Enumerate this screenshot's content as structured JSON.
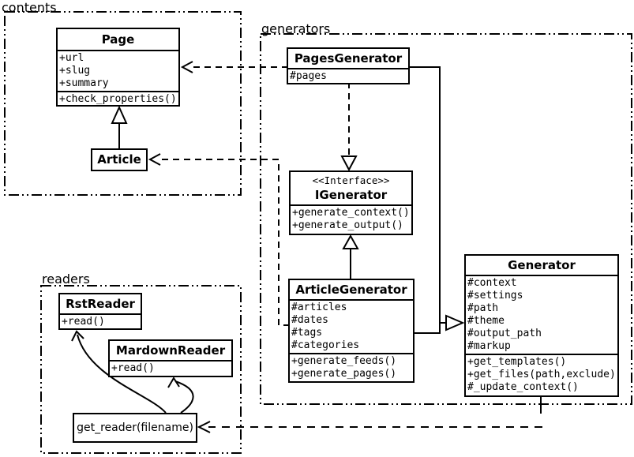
{
  "packages": {
    "contents": {
      "label": "contents"
    },
    "generators": {
      "label": "generators"
    },
    "readers": {
      "label": "readers"
    }
  },
  "classes": {
    "page": {
      "name": "Page",
      "attributes": [
        "+url",
        "+slug",
        "+summary"
      ],
      "methods": [
        "+check_properties()"
      ]
    },
    "article": {
      "name": "Article"
    },
    "pages_generator": {
      "name": "PagesGenerator",
      "attributes": [
        "#pages"
      ]
    },
    "igenerator": {
      "stereotype": "<<Interface>>",
      "name": "IGenerator",
      "methods": [
        "+generate_context()",
        "+generate_output()"
      ]
    },
    "article_generator": {
      "name": "ArticleGenerator",
      "attributes": [
        "#articles",
        "#dates",
        "#tags",
        "#categories"
      ],
      "methods": [
        "+generate_feeds()",
        "+generate_pages()"
      ]
    },
    "generator": {
      "name": "Generator",
      "attributes": [
        "#context",
        "#settings",
        "#path",
        "#theme",
        "#output_path",
        "#markup"
      ],
      "methods": [
        "+get_templates()",
        "+get_files(path,exclude)",
        "#_update_context()"
      ]
    },
    "rst_reader": {
      "name": "RstReader",
      "methods": [
        "+read()"
      ]
    },
    "mardown_reader": {
      "name": "MardownReader",
      "methods": [
        "+read()"
      ]
    },
    "get_reader": {
      "name": "get_reader(filename)"
    }
  },
  "relationships": [
    {
      "from": "Article",
      "to": "Page",
      "type": "generalization"
    },
    {
      "from": "PagesGenerator",
      "to": "Page",
      "type": "dependency"
    },
    {
      "from": "ArticleGenerator",
      "to": "Article",
      "type": "dependency"
    },
    {
      "from": "PagesGenerator",
      "to": "IGenerator",
      "type": "realization"
    },
    {
      "from": "ArticleGenerator",
      "to": "IGenerator",
      "type": "generalization"
    },
    {
      "from": "PagesGenerator",
      "to": "Generator",
      "type": "generalization"
    },
    {
      "from": "ArticleGenerator",
      "to": "Generator",
      "type": "generalization"
    },
    {
      "from": "Generator",
      "to": "get_reader(filename)",
      "type": "dependency"
    },
    {
      "from": "get_reader(filename)",
      "to": "RstReader",
      "type": "arrow"
    },
    {
      "from": "get_reader(filename)",
      "to": "MardownReader",
      "type": "arrow"
    }
  ],
  "colors": {
    "line": "#000000",
    "background": "#ffffff",
    "box_fill": "#ffffff"
  }
}
